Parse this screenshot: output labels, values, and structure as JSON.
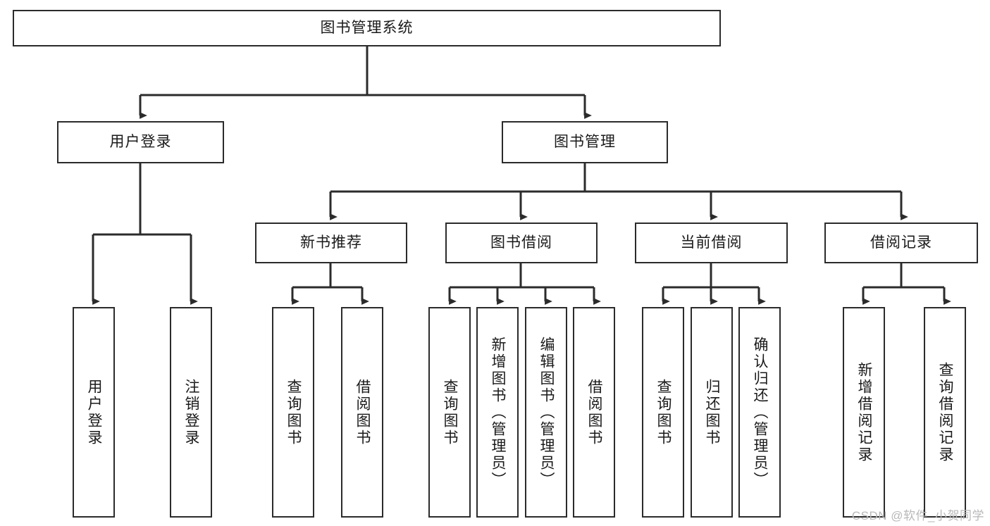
{
  "diagram": {
    "title": "图书管理系统",
    "type": "tree-hierarchy-diagram",
    "colors": {
      "box_border": "#2b2b2b",
      "box_fill": "#ffffff",
      "connector": "#2b2b2b",
      "text": "#1a1a1a",
      "watermark": "#b8b8b8",
      "background": "#ffffff"
    },
    "root": {
      "label": "图书管理系统"
    },
    "level2": [
      {
        "id": "user-login",
        "label": "用户登录"
      },
      {
        "id": "book-management",
        "label": "图书管理"
      }
    ],
    "level3": [
      {
        "id": "new-book-recommend",
        "label": "新书推荐",
        "parent": "book-management"
      },
      {
        "id": "book-borrow",
        "label": "图书借阅",
        "parent": "book-management"
      },
      {
        "id": "current-borrow",
        "label": "当前借阅",
        "parent": "book-management"
      },
      {
        "id": "borrow-record",
        "label": "借阅记录",
        "parent": "book-management"
      }
    ],
    "leaves": [
      {
        "id": "leaf-user-login",
        "label": "用户登录",
        "parent": "user-login"
      },
      {
        "id": "leaf-logout-login",
        "label": "注销登录",
        "parent": "user-login"
      },
      {
        "id": "leaf-query-book-1",
        "label": "查询图书",
        "parent": "new-book-recommend"
      },
      {
        "id": "leaf-borrow-book-1",
        "label": "借阅图书",
        "parent": "new-book-recommend"
      },
      {
        "id": "leaf-query-book-2",
        "label": "查询图书",
        "parent": "book-borrow"
      },
      {
        "id": "leaf-add-book",
        "label": "新增图书（管理员）",
        "parent": "book-borrow"
      },
      {
        "id": "leaf-edit-book",
        "label": "编辑图书（管理员）",
        "parent": "book-borrow"
      },
      {
        "id": "leaf-borrow-book-2",
        "label": "借阅图书",
        "parent": "book-borrow"
      },
      {
        "id": "leaf-query-book-3",
        "label": "查询图书",
        "parent": "current-borrow"
      },
      {
        "id": "leaf-return-book",
        "label": "归还图书",
        "parent": "current-borrow"
      },
      {
        "id": "leaf-confirm-return",
        "label": "确认归还（管理员）",
        "parent": "current-borrow"
      },
      {
        "id": "leaf-add-record",
        "label": "新增借阅记录",
        "parent": "borrow-record"
      },
      {
        "id": "leaf-query-record",
        "label": "查询借阅记录",
        "parent": "borrow-record"
      }
    ],
    "watermark": "CSDN @软件_小贺同学"
  }
}
